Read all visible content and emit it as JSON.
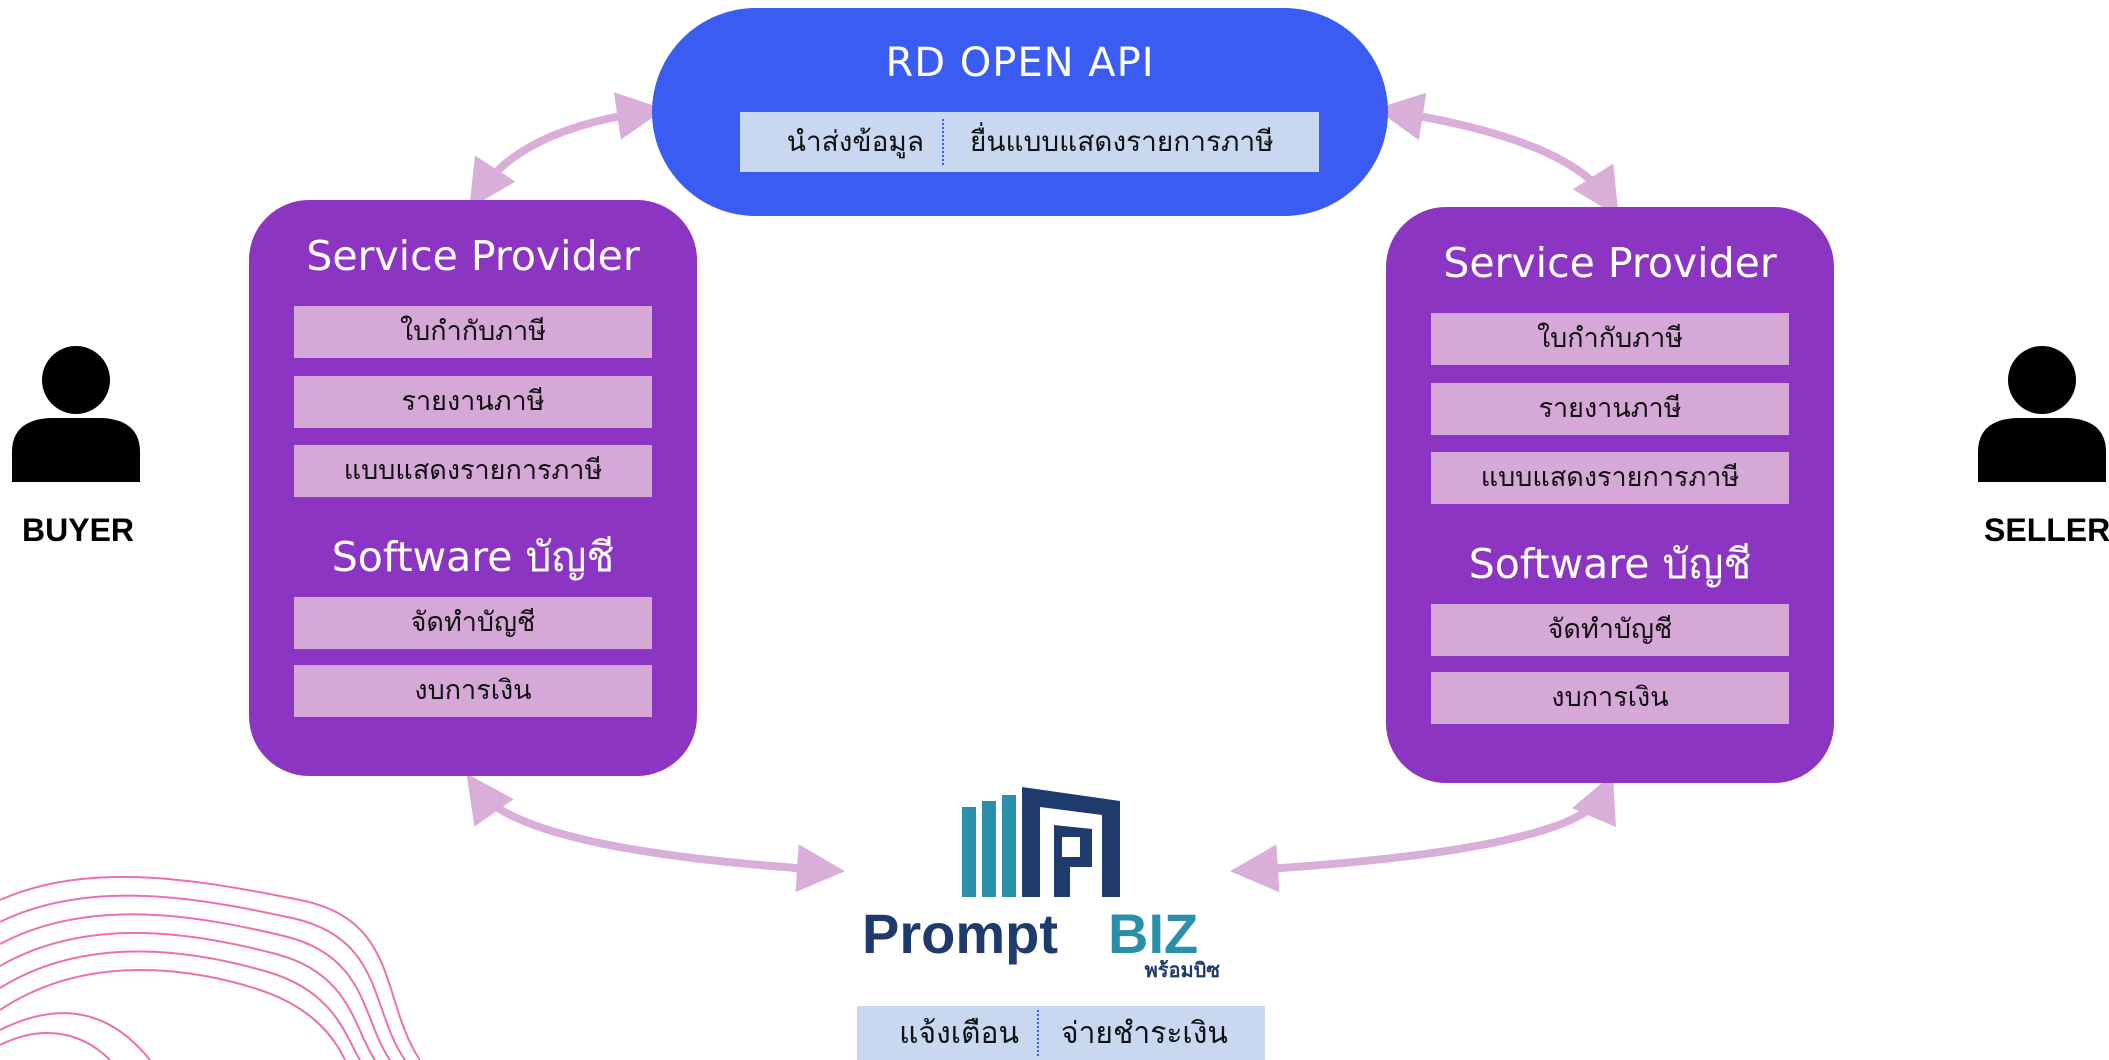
{
  "rd_api": {
    "title": "RD OPEN API",
    "items": [
      "นำส่งข้อมูล",
      "ยื่นแบบแสดงรายการภาษี"
    ]
  },
  "left_provider": {
    "service_title": "Service Provider",
    "service_items": [
      "ใบกำกับภาษี",
      "รายงานภาษี",
      "แบบแสดงรายการภาษี"
    ],
    "software_title": "Software บัญชี",
    "software_items": [
      "จัดทำบัญชี",
      "งบการเงิน"
    ]
  },
  "right_provider": {
    "service_title": "Service Provider",
    "service_items": [
      "ใบกำกับภาษี",
      "รายงานภาษี",
      "แบบแสดงรายการภาษี"
    ],
    "software_title": "Software บัญชี",
    "software_items": [
      "จัดทำบัญชี",
      "งบการเงิน"
    ]
  },
  "buyer": {
    "label": "BUYER",
    "icon": "person-icon"
  },
  "seller": {
    "label": "SELLER",
    "icon": "person-icon"
  },
  "promptbiz": {
    "logo_word_1": "Prompt",
    "logo_word_2": "BIZ",
    "logo_thai": "พร้อมบิซ",
    "items": [
      "แจ้งเตือน",
      "จ่ายชำระเงิน"
    ]
  },
  "colors": {
    "api_blue": "#3b5cf2",
    "panel_purple": "#8c35c2",
    "bar_lilac": "#d6a8d8",
    "strip_blue": "#c8d8f0",
    "arrow_lilac": "#d9afd9",
    "logo_teal": "#2a8fa8",
    "logo_navy": "#1f3b6e",
    "wave_pink": "#ec6fb0"
  }
}
